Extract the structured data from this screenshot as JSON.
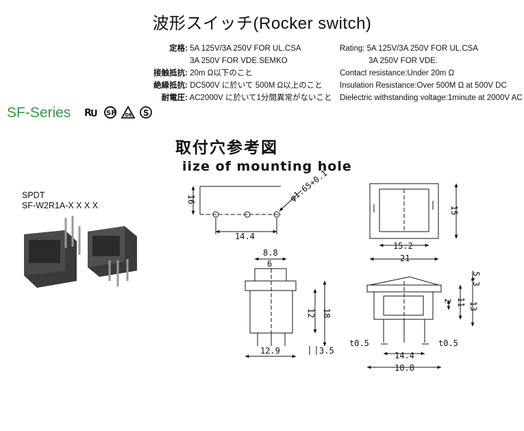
{
  "title": "波形スイッチ(Rocker switch)",
  "specs_jp": [
    {
      "label": "定格:",
      "value": "5A 125V/3A 250V FOR UL.CSA"
    },
    {
      "label": "",
      "value": "3A 250V FOR VDE.SEMKO"
    },
    {
      "label": "接触抵抗:",
      "value": "20m Ω以下のこと"
    },
    {
      "label": "絶縁抵抗:",
      "value": "DC500V に於いて 500M Ω以上のこと"
    },
    {
      "label": "耐電圧:",
      "value": "AC2000V に於いて1分間異常がないこと"
    }
  ],
  "specs_en": [
    "Rating: 5A 125V/3A 250V FOR UL.CSA",
    "3A 250V FOR VDE.",
    "Contact resistance:Under 20m Ω",
    "Insulation Resistance:Over 500M Ω at 500V DC",
    "Dielectric withstanding voltage:1minute at 2000V AC"
  ],
  "series": "SF-Series",
  "heading_jp": "取付穴参考図",
  "heading_en": "iize of mounting hole",
  "product": {
    "type": "SPDT",
    "model": "SF-W2R1A-X X X X"
  },
  "dims": {
    "d16": "16",
    "d144_top": "14.4",
    "dia": "φ1.65+0.1",
    "d88": "8.8",
    "d6": "6",
    "d12": "12",
    "d18": "18",
    "d129": "12.9",
    "d35": "3.5",
    "d15": "15",
    "d152": "15.2",
    "d21": "21",
    "d53": "5.3",
    "d2": "2",
    "d11": "11",
    "d13": "13",
    "t05a": "t0.5",
    "t05b": "t0.5",
    "d144_bot": "14.4",
    "d188": "18.8"
  },
  "colors": {
    "series": "#2e9e3d",
    "ink": "#111111",
    "body": "#2b2b2b"
  }
}
